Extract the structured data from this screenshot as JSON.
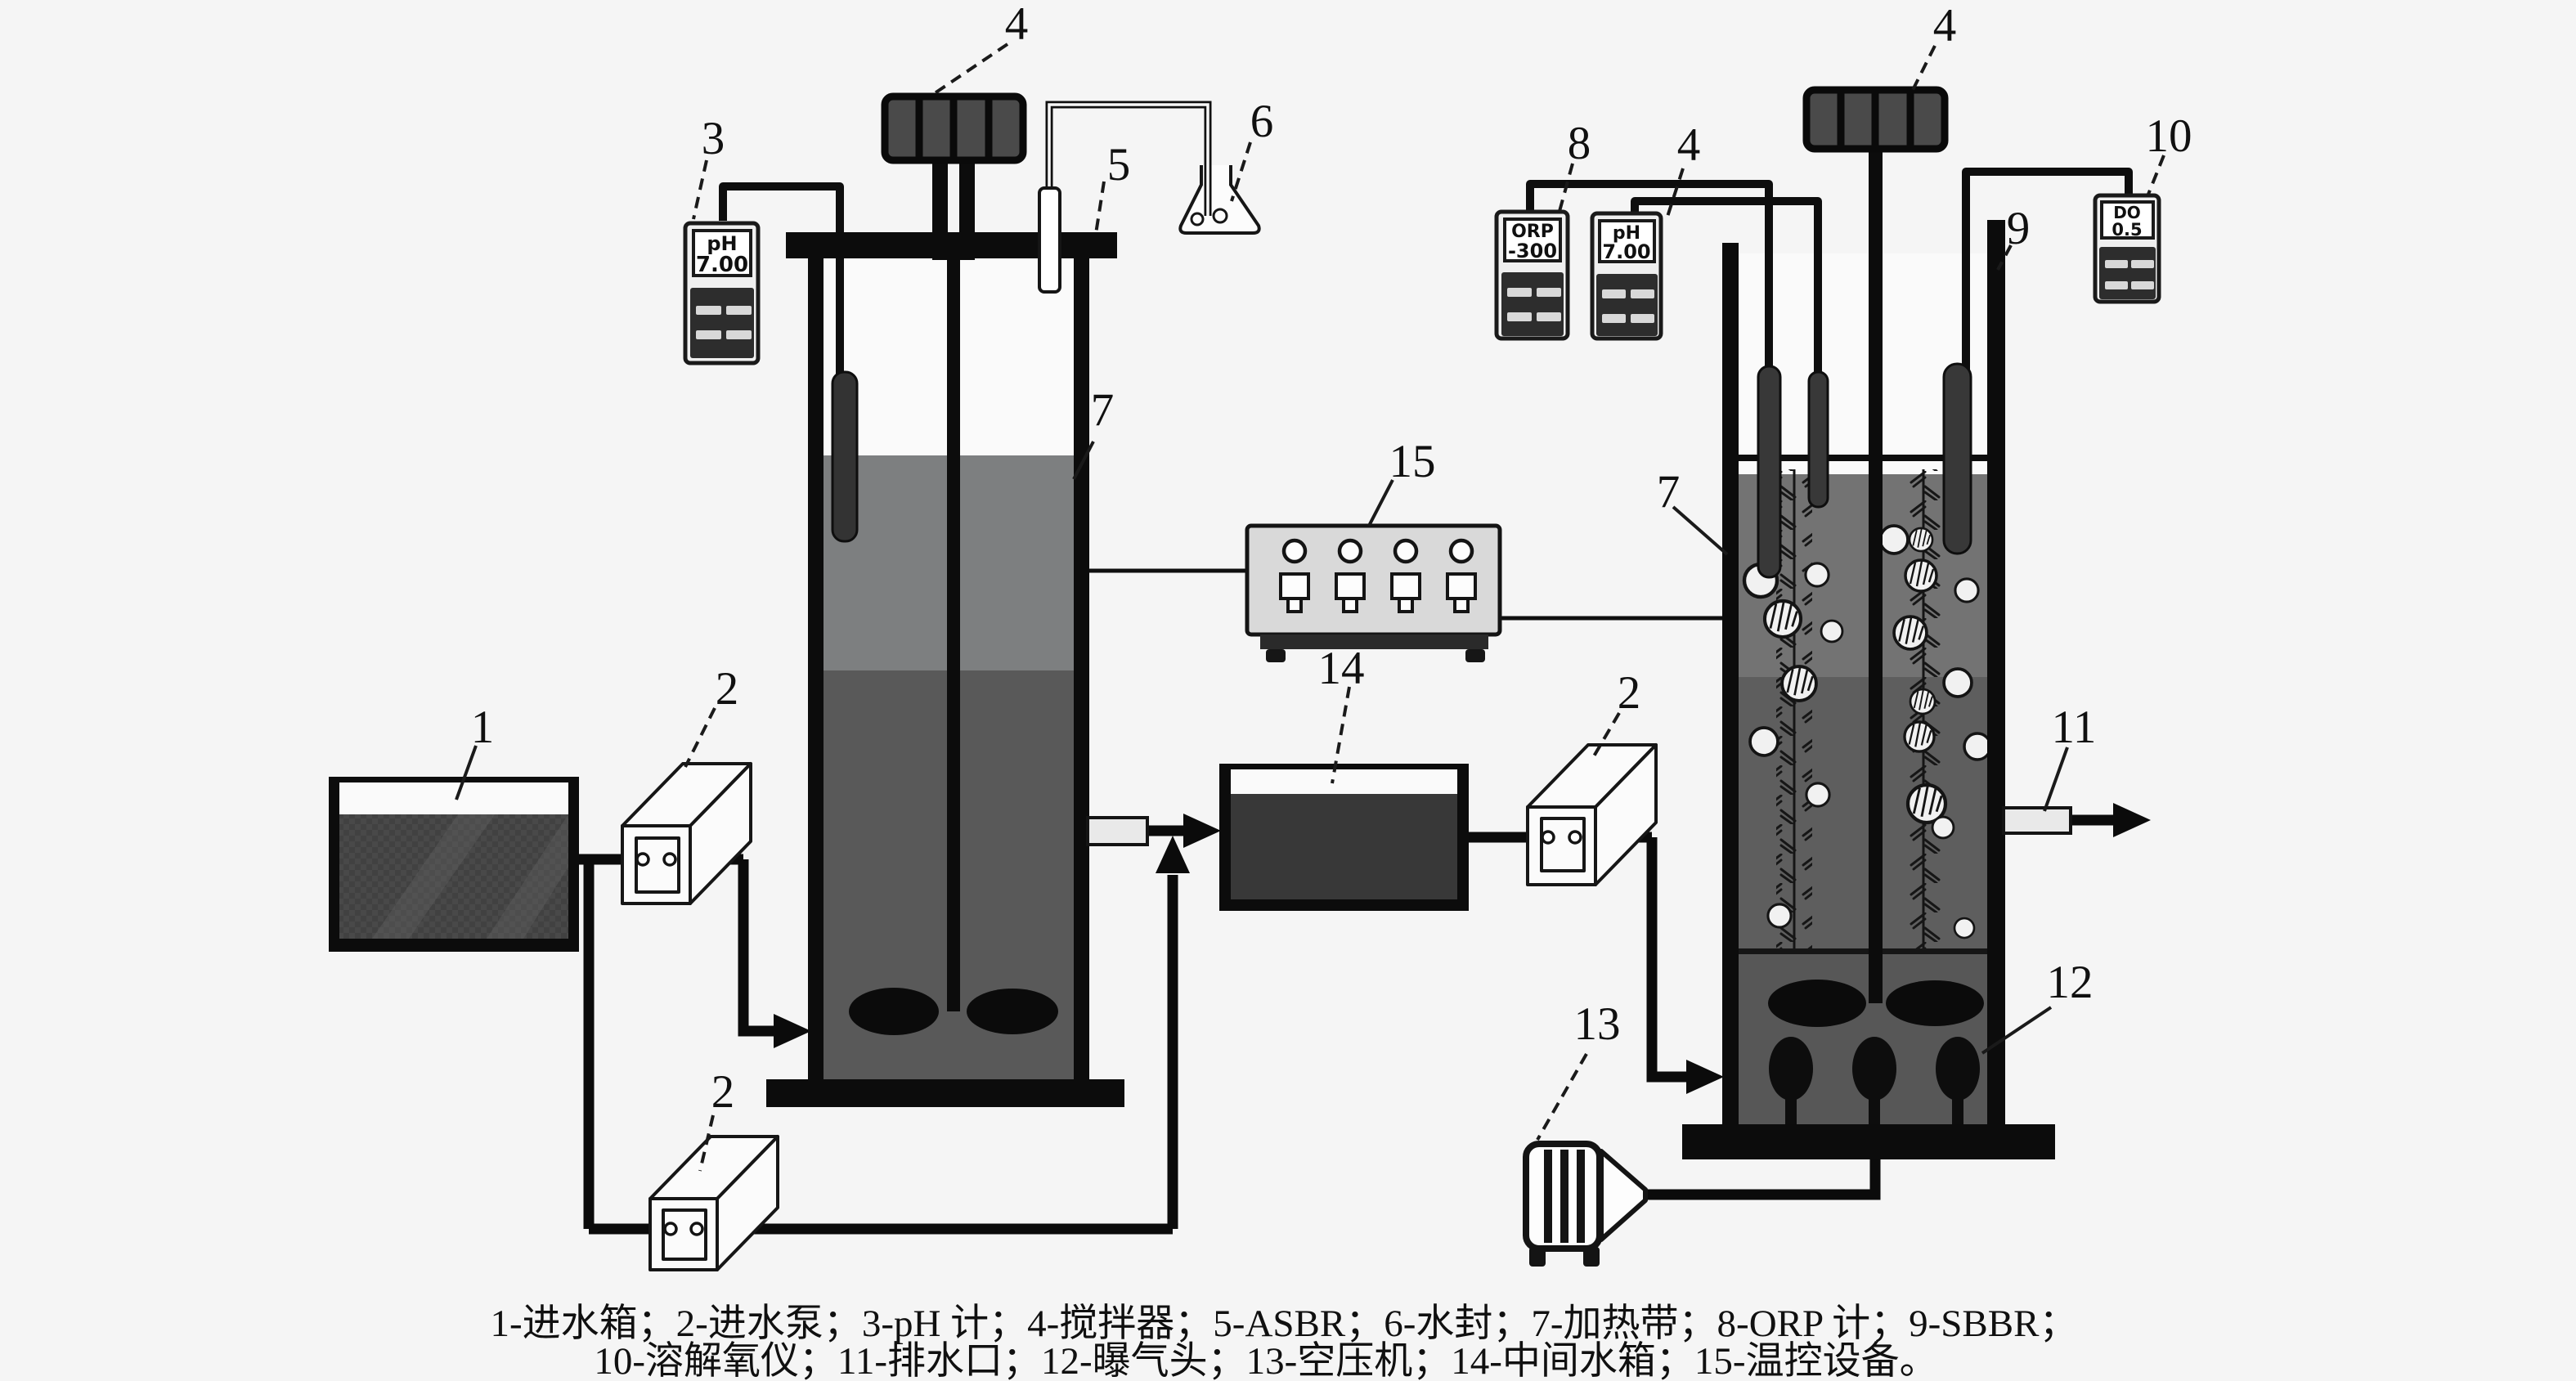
{
  "figure_type": "experimental-setup-schematic",
  "caption": {
    "line1": "1-进水箱；2-进水泵；3-pH 计；4-搅拌器；5-ASBR；6-水封；7-加热带；8-ORP 计；9-SBBR；",
    "line2": "10-溶解氧仪；11-排水口；12-曝气头；13-空压机；14-中间水箱；15-温控设备。"
  },
  "legend_items": [
    {
      "num": "1",
      "label": "进水箱"
    },
    {
      "num": "2",
      "label": "进水泵"
    },
    {
      "num": "3",
      "label": "pH 计"
    },
    {
      "num": "4",
      "label": "搅拌器"
    },
    {
      "num": "5",
      "label": "ASBR"
    },
    {
      "num": "6",
      "label": "水封"
    },
    {
      "num": "7",
      "label": "加热带"
    },
    {
      "num": "8",
      "label": "ORP 计"
    },
    {
      "num": "9",
      "label": "SBBR"
    },
    {
      "num": "10",
      "label": "溶解氧仪"
    },
    {
      "num": "11",
      "label": "排水口"
    },
    {
      "num": "12",
      "label": "曝气头"
    },
    {
      "num": "13",
      "label": "空压机"
    },
    {
      "num": "14",
      "label": "中间水箱"
    },
    {
      "num": "15",
      "label": "温控设备"
    }
  ],
  "callouts": {
    "c1": "1",
    "c2": "2",
    "c3": "3",
    "c4": "4",
    "c5": "5",
    "c6": "6",
    "c7": "7",
    "c8": "8",
    "c9": "9",
    "c10": "10",
    "c11": "11",
    "c12": "12",
    "c13": "13",
    "c14": "14",
    "c15": "15"
  },
  "meters": {
    "ph_asbr": {
      "label": "pH",
      "value": "7.00"
    },
    "orp_sbbr": {
      "label": "ORP",
      "value": "-300"
    },
    "ph_sbbr": {
      "label": "pH",
      "value": "7.00"
    },
    "do_sbbr": {
      "label": "DO",
      "value": "0.5"
    }
  },
  "colors": {
    "background": "#f5f5f5",
    "ink": "#0c0c0c",
    "liquid_upper": "#7d7f80",
    "liquid_lower": "#595959",
    "tank_fill": "#3f3f3f",
    "controller_body": "#d9d9d9"
  }
}
